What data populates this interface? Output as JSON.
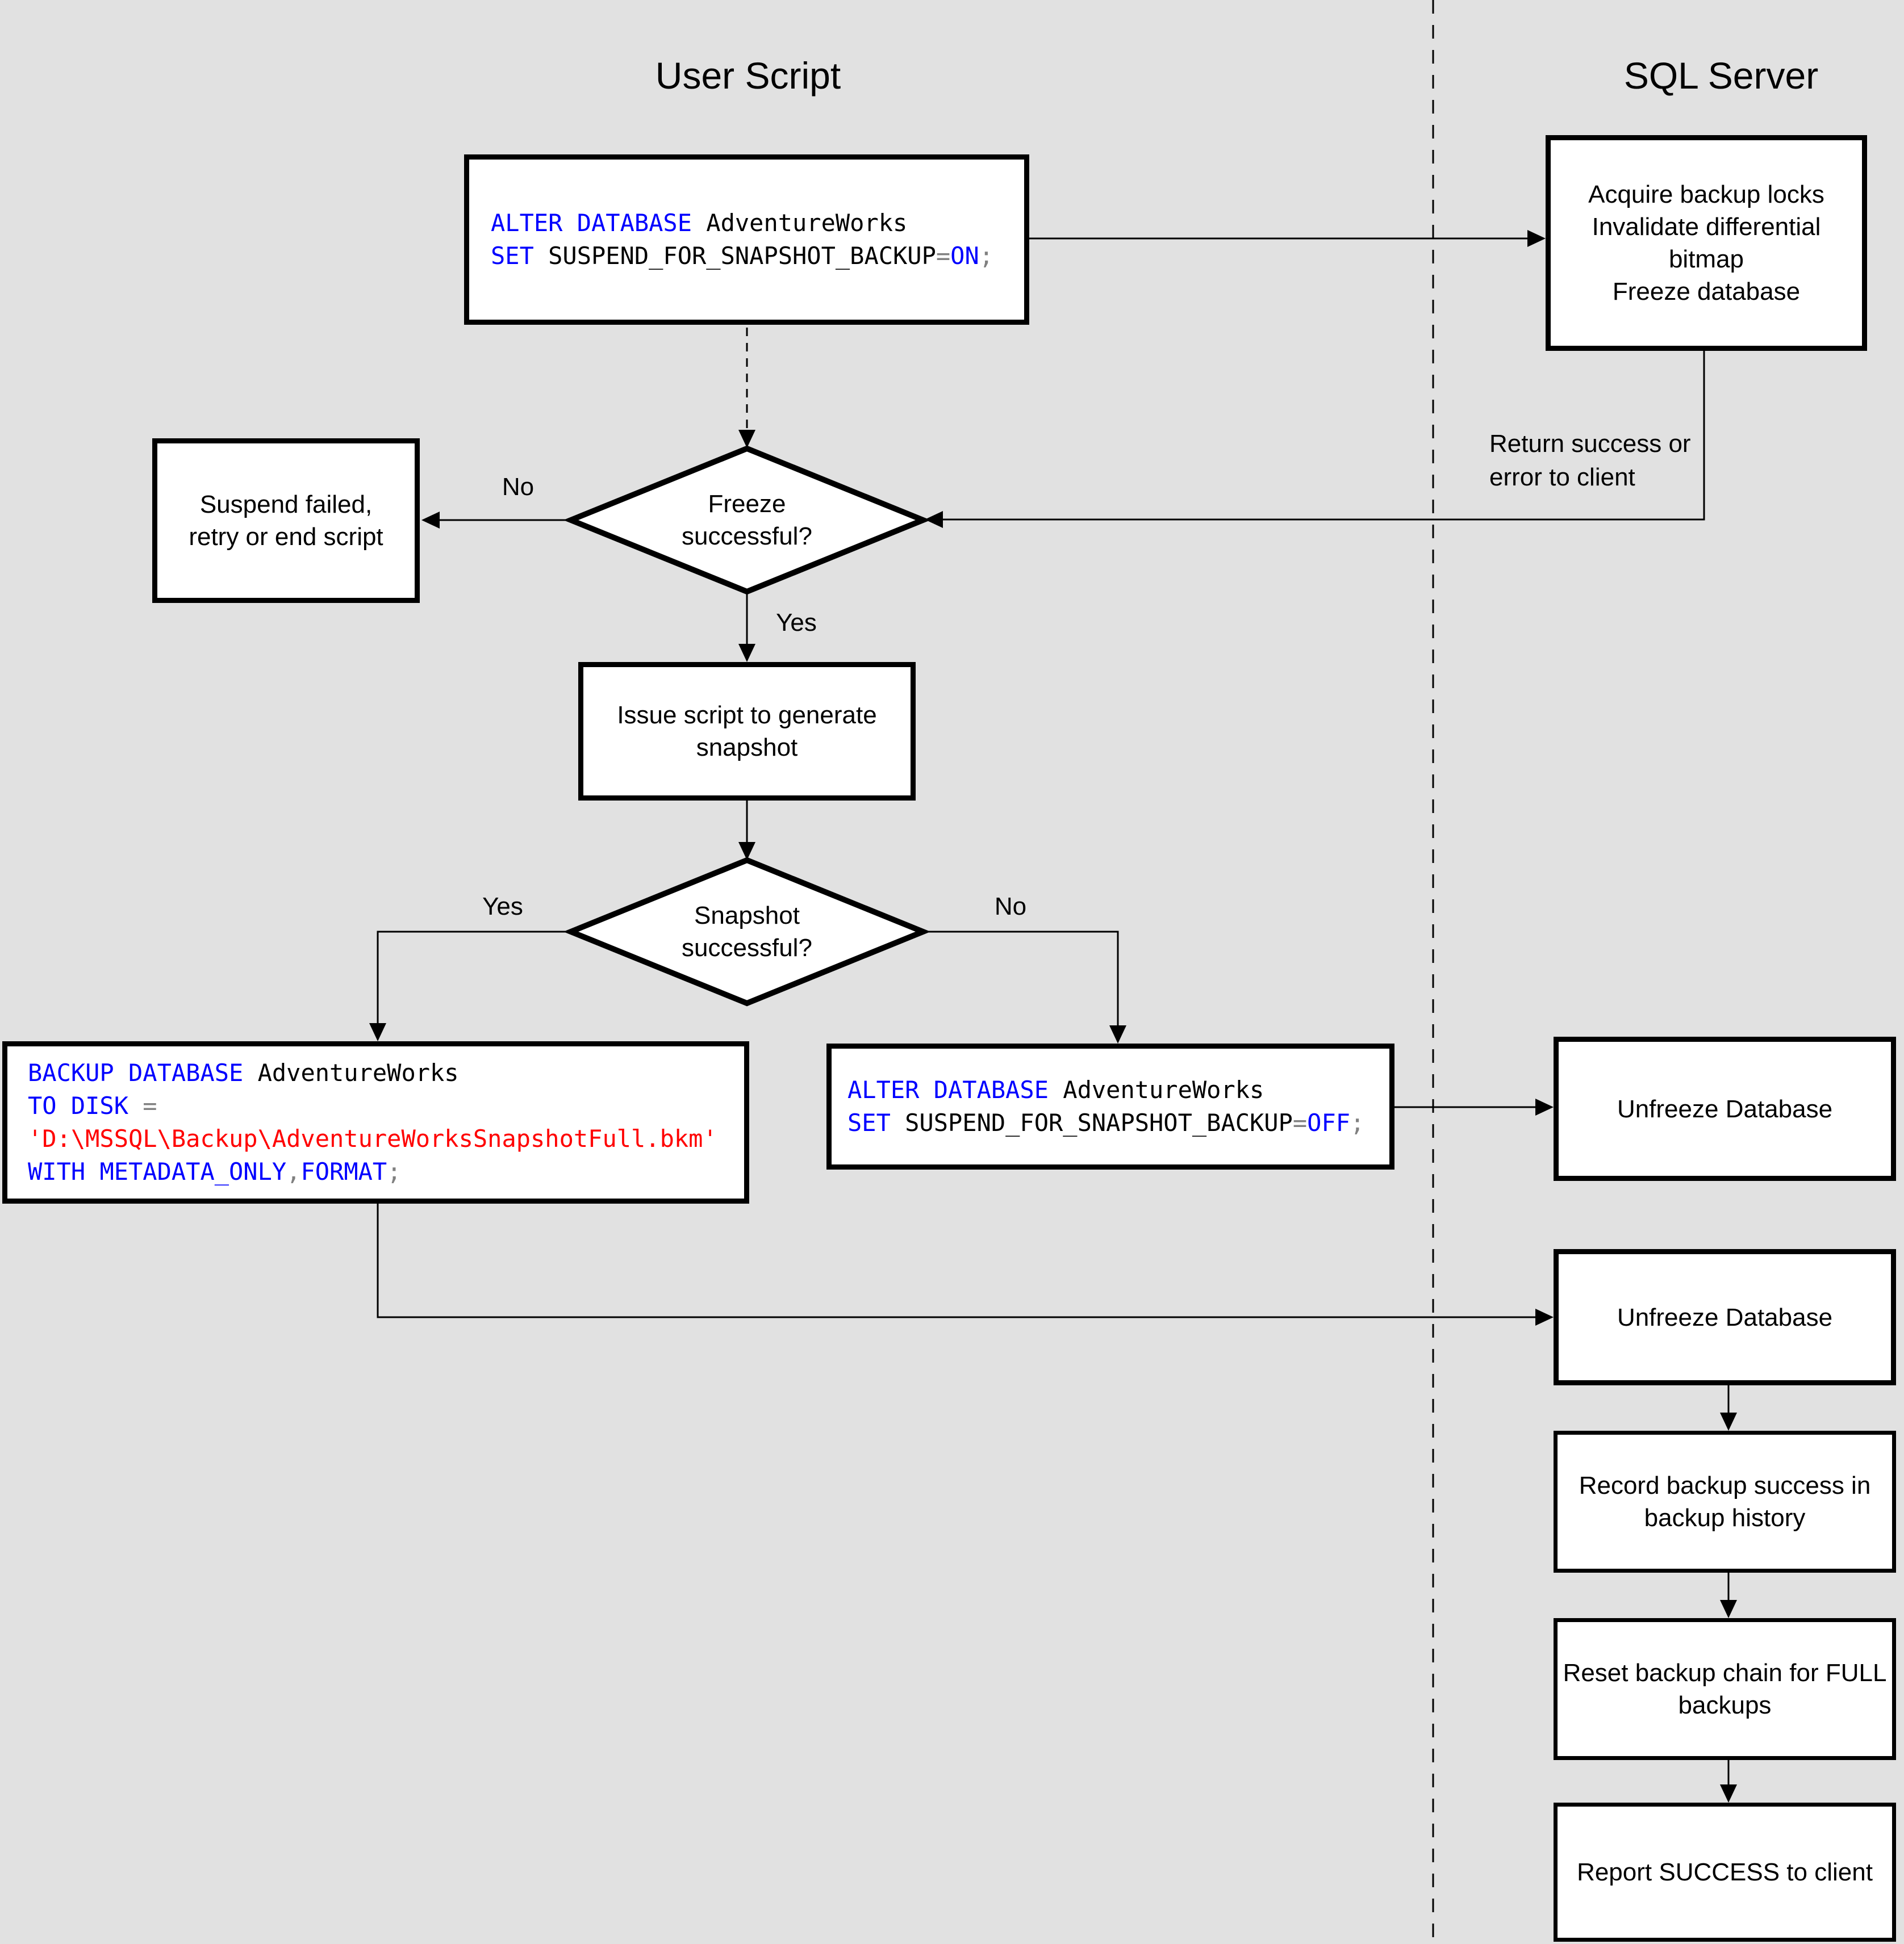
{
  "titles": {
    "user_script": "User Script",
    "sql_server": "SQL Server"
  },
  "labels": {
    "freeze_no": "No",
    "freeze_yes": "Yes",
    "snapshot_yes": "Yes",
    "snapshot_no": "No",
    "return_note": "Return success or\nerror to client"
  },
  "nodes": {
    "acquire": "Acquire backup locks\nInvalidate differential\nbitmap\nFreeze database",
    "suspend_failed": "Suspend failed,\nretry or end script",
    "freeze_decision": "Freeze\nsuccessful?",
    "issue_script": "Issue script to generate\nsnapshot",
    "snapshot_decision": "Snapshot\nsuccessful?",
    "unfreeze_1": "Unfreeze Database",
    "unfreeze_2": "Unfreeze Database",
    "record_history": "Record backup success in\nbackup history",
    "reset_chain": "Reset backup chain for FULL\nbackups",
    "report_success": "Report SUCCESS to client"
  },
  "code": {
    "alter_on": {
      "l1_kw": "ALTER DATABASE",
      "l1_id": " AdventureWorks",
      "l2_kw": "SET",
      "l2_id": " SUSPEND_FOR_SNAPSHOT_BACKUP",
      "l2_op": "=",
      "l2_kw2": "ON",
      "l2_end": ";"
    },
    "backup": {
      "l1_kw": "BACKUP DATABASE",
      "l1_id": " AdventureWorks",
      "l2_kw": "TO DISK",
      "l2_op": " =",
      "l3_str": "'D:\\MSSQL\\Backup\\AdventureWorksSnapshotFull.bkm'",
      "l4_kw": "WITH",
      "l4_kw2": " METADATA_ONLY",
      "l4_op": ",",
      "l4_kw3": "FORMAT",
      "l4_end": ";"
    },
    "alter_off": {
      "l1_kw": "ALTER DATABASE",
      "l1_id": " AdventureWorks",
      "l2_kw": "SET",
      "l2_id": " SUSPEND_FOR_SNAPSHOT_BACKUP",
      "l2_op": "=",
      "l2_kw2": "OFF",
      "l2_end": ";"
    }
  },
  "colors": {
    "background": "#e1e1e1",
    "node_fill": "#ffffff",
    "line": "#000000",
    "sql_keyword": "#0000ff",
    "sql_string": "#ff0000",
    "sql_operator": "#808080"
  }
}
